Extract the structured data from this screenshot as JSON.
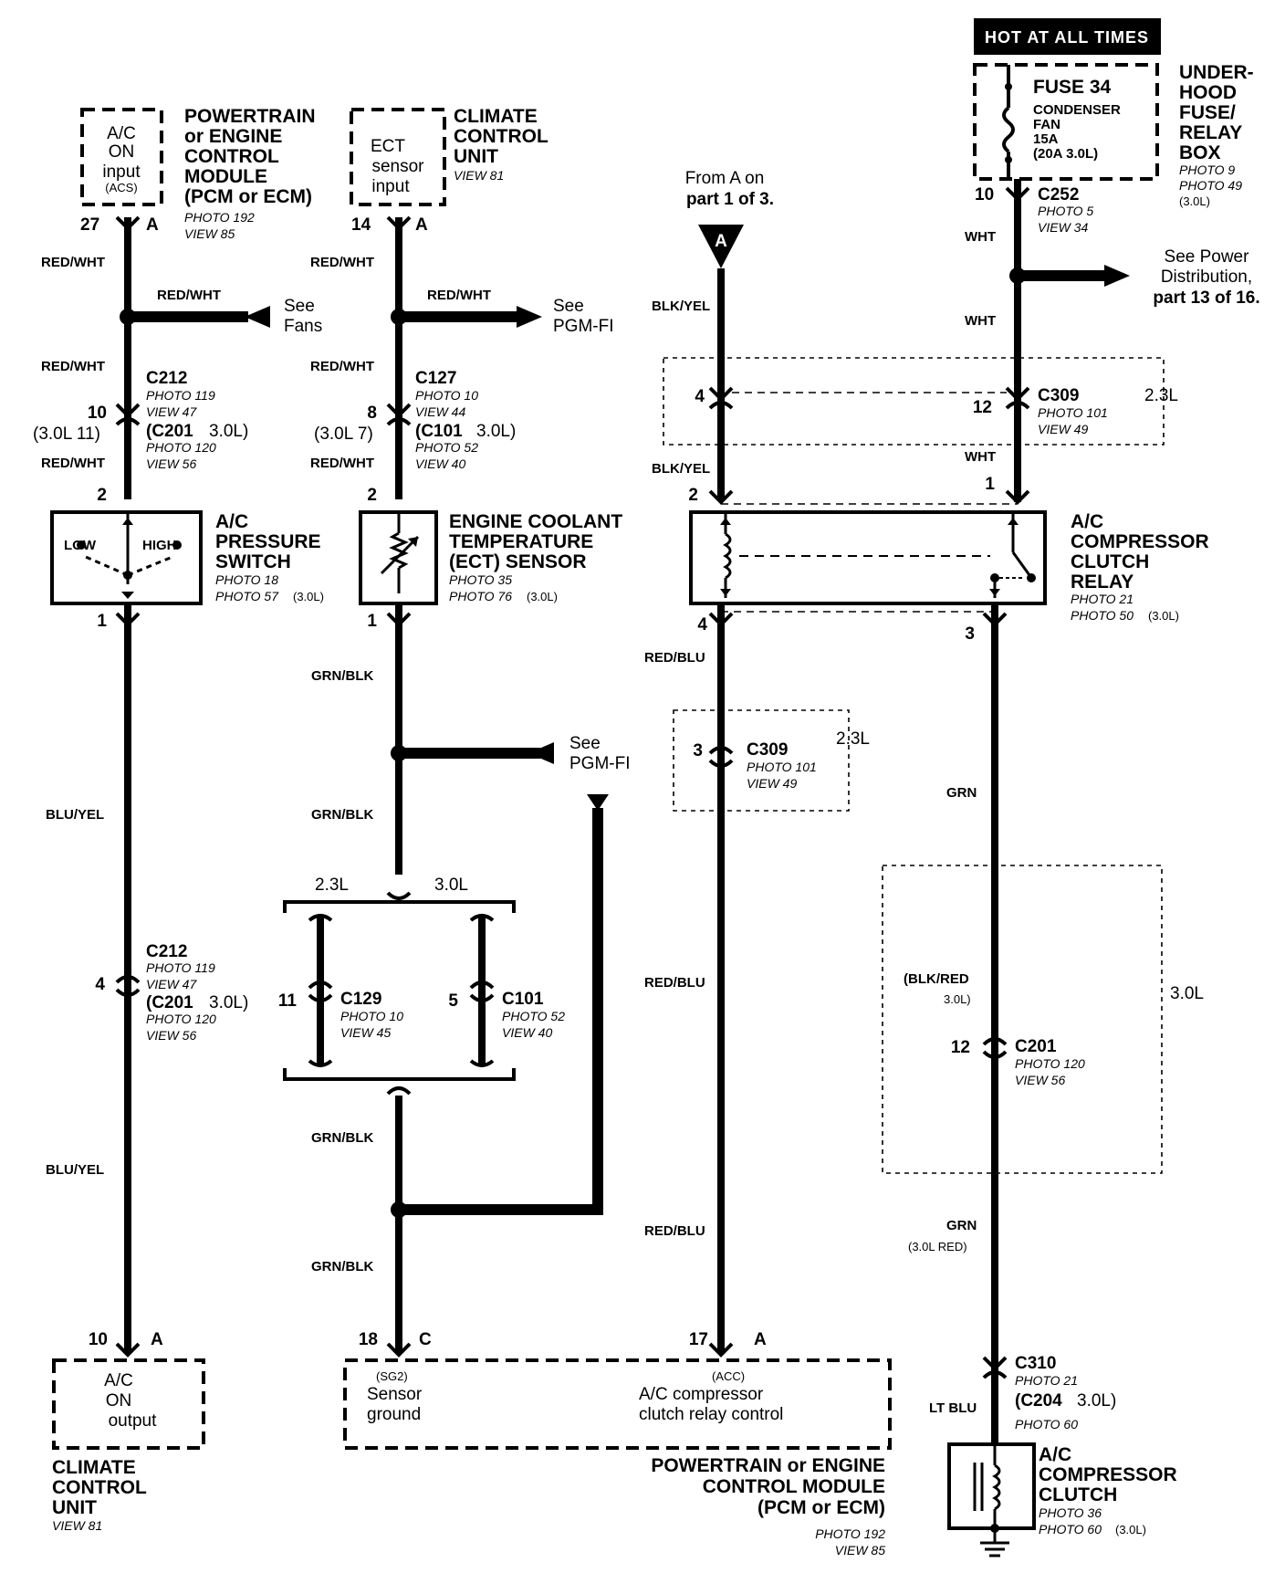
{
  "header": {
    "hot_at_all_times": "HOT AT ALL TIMES"
  },
  "fuse_box": {
    "fuse": "FUSE 34",
    "line1": "CONDENSER",
    "line2": "FAN",
    "line3": "15A",
    "line4": "(20A 3.0L)",
    "title_lines": [
      "UNDER-",
      "HOOD",
      "FUSE/",
      "RELAY",
      "BOX"
    ],
    "photo1": "PHOTO 9",
    "photo2": "PHOTO 49",
    "photo2_note": "(3.0L)"
  },
  "pcm_top": {
    "box_lines": [
      "A/C",
      "ON",
      "input"
    ],
    "box_sub": "(ACS)",
    "title_lines": [
      "POWERTRAIN",
      "or ENGINE",
      "CONTROL",
      "MODULE",
      "(PCM or ECM)"
    ],
    "photo": "PHOTO 192",
    "view": "VIEW 85",
    "pin": "27",
    "conn": "A"
  },
  "ccu_top": {
    "box_lines": [
      "ECT",
      "sensor",
      "input"
    ],
    "title_lines": [
      "CLIMATE",
      "CONTROL",
      "UNIT"
    ],
    "view": "VIEW 81",
    "pin": "14",
    "conn": "A"
  },
  "from_a": {
    "line1": "From A on",
    "line2": "part 1 of 3.",
    "letter": "A"
  },
  "refs": {
    "see_fans_1": "See",
    "see_fans_2": "Fans",
    "see_pgm_1": "See",
    "see_pgm_2": "PGM-FI",
    "see_pgm2_1": "See",
    "see_pgm2_2": "PGM-FI",
    "see_power_1": "See Power",
    "see_power_2": "Distribution,",
    "see_power_3": "part 13 of 16."
  },
  "wires": {
    "red_wht": "RED/WHT",
    "blk_yel": "BLK/YEL",
    "wht": "WHT",
    "blu_yel": "BLU/YEL",
    "grn_blk": "GRN/BLK",
    "red_blu": "RED/BLU",
    "grn": "GRN",
    "blk_red_1": "(BLK/RED",
    "blk_red_2": "3.0L)",
    "grn_red": "(3.0L RED)",
    "lt_blu": "LT BLU"
  },
  "connectors": {
    "c252": {
      "name": "C252",
      "photo": "PHOTO 5",
      "view": "VIEW 34",
      "pin": "10"
    },
    "c212_top": {
      "name": "C212",
      "photo": "PHOTO 119",
      "view": "VIEW 47",
      "pin": "10",
      "alt_pin": "(3.0L 11)",
      "alt": "(C201",
      "alt_v": "3.0L)",
      "alt_photo": "PHOTO 120",
      "alt_view": "VIEW 56"
    },
    "c127": {
      "name": "C127",
      "photo": "PHOTO 10",
      "view": "VIEW 44",
      "pin": "8",
      "alt_pin": "(3.0L 7)",
      "alt": "(C101",
      "alt_v": "3.0L)",
      "alt_photo": "PHOTO 52",
      "alt_view": "VIEW 40"
    },
    "c309_top": {
      "name": "C309",
      "photo": "PHOTO 101",
      "view": "VIEW 49",
      "pin_left": "4",
      "pin_right": "12",
      "engine": "2.3L"
    },
    "c309_mid": {
      "name": "C309",
      "photo": "PHOTO 101",
      "view": "VIEW 49",
      "pin": "3",
      "engine": "2.3L"
    },
    "c212_bot": {
      "name": "C212",
      "photo": "PHOTO 119",
      "view": "VIEW 47",
      "pin": "4",
      "alt": "(C201",
      "alt_v": "3.0L)",
      "alt_photo": "PHOTO 120",
      "alt_view": "VIEW 56"
    },
    "c129": {
      "name": "C129",
      "photo": "PHOTO 10",
      "view": "VIEW 45",
      "pin": "11"
    },
    "c101": {
      "name": "C101",
      "photo": "PHOTO 52",
      "view": "VIEW 40",
      "pin": "5"
    },
    "c201": {
      "name": "C201",
      "photo": "PHOTO 120",
      "view": "VIEW 56",
      "pin": "12",
      "engine": "3.0L"
    },
    "c310": {
      "name": "C310",
      "photo": "PHOTO 21",
      "alt": "(C204",
      "alt_v": "3.0L)",
      "alt_photo": "PHOTO 60"
    }
  },
  "split": {
    "left": "2.3L",
    "right": "3.0L"
  },
  "pressure_switch": {
    "title_lines": [
      "A/C",
      "PRESSURE",
      "SWITCH"
    ],
    "photo1": "PHOTO 18",
    "photo2": "PHOTO 57",
    "photo2_note": "(3.0L)",
    "low": "LOW",
    "high": "HIGH",
    "pin_top": "2",
    "pin_bot": "1"
  },
  "ect_sensor": {
    "title_lines": [
      "ENGINE COOLANT",
      "TEMPERATURE",
      "(ECT) SENSOR"
    ],
    "photo1": "PHOTO 35",
    "photo2": "PHOTO 76",
    "photo2_note": "(3.0L)",
    "pin_top": "2",
    "pin_bot": "1"
  },
  "relay": {
    "title_lines": [
      "A/C",
      "COMPRESSOR",
      "CLUTCH",
      "RELAY"
    ],
    "photo1": "PHOTO 21",
    "photo2": "PHOTO 50",
    "photo2_note": "(3.0L)",
    "pin2": "2",
    "pin1": "1",
    "pin4": "4",
    "pin3": "3"
  },
  "ccu_bottom": {
    "box_lines": [
      "A/C",
      "ON",
      "output"
    ],
    "title_lines": [
      "CLIMATE",
      "CONTROL",
      "UNIT"
    ],
    "view": "VIEW 81",
    "pin": "10",
    "conn": "A"
  },
  "pcm_bottom": {
    "sg2": "(SG2)",
    "sg2_l1": "Sensor",
    "sg2_l2": "ground",
    "acc": "(ACC)",
    "acc_l1": "A/C compressor",
    "acc_l2": "clutch relay control",
    "title_lines": [
      "POWERTRAIN or ENGINE",
      "CONTROL MODULE",
      "(PCM or ECM)"
    ],
    "photo": "PHOTO 192",
    "view": "VIEW 85",
    "pin18": "18",
    "conn18": "C",
    "pin17": "17",
    "conn17": "A"
  },
  "clutch": {
    "title_lines": [
      "A/C",
      "COMPRESSOR",
      "CLUTCH"
    ],
    "photo1": "PHOTO 36",
    "photo2": "PHOTO 60",
    "photo2_note": "(3.0L)"
  }
}
